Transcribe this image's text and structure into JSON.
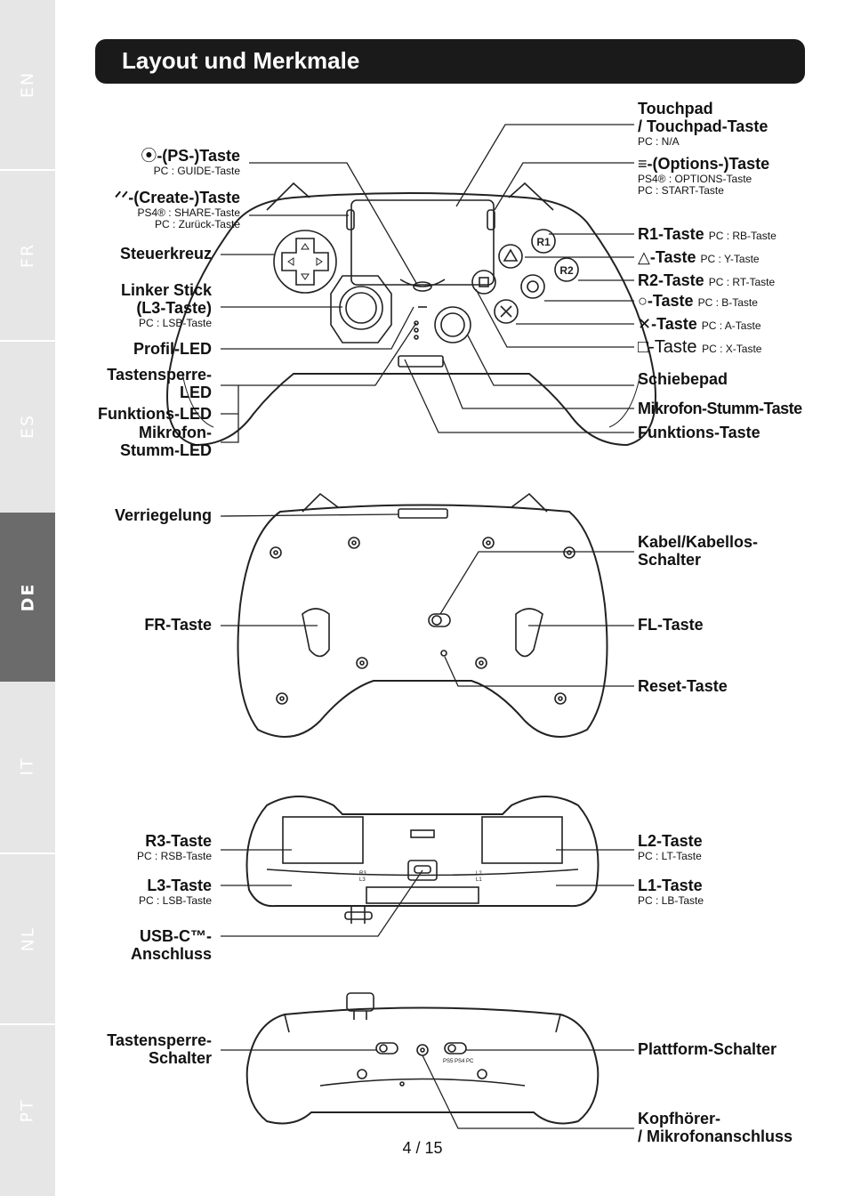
{
  "languages": {
    "en": "EN",
    "fr": "FR",
    "es": "ES",
    "de": "DE",
    "it": "IT",
    "nl": "NL",
    "pt": "PT"
  },
  "title": "Layout und Merkmale",
  "top": {
    "ps_button": {
      "name": "-(PS-)Taste",
      "pc": "PC : GUIDE-Taste"
    },
    "create_button": {
      "name": "-(Create-)Taste",
      "ps4": "PS4® : SHARE-Taste",
      "pc": "PC : Zurück-Taste"
    },
    "dpad": "Steuerkreuz",
    "left_stick": {
      "line1": "Linker Stick",
      "line2": "(L3-Taste)",
      "pc": "PC : LSB-Taste"
    },
    "profile_led": "Profil-LED",
    "lock_led": {
      "line1": "Tastensperre-",
      "line2": "LED"
    },
    "function_led": "Funktions-LED",
    "mic_mute_led": {
      "line1": "Mikrofon-",
      "line2": "Stumm-LED"
    },
    "touchpad": {
      "line1": "Touchpad",
      "line2": "/ Touchpad-Taste",
      "pc": "PC : N/A"
    },
    "options_button": {
      "name": "-(Options-)Taste",
      "ps4": "PS4® : OPTIONS-Taste",
      "pc": "PC : START-Taste"
    },
    "r1": {
      "name": "R1-Taste",
      "pc": "PC : RB-Taste"
    },
    "triangle": {
      "name": "-Taste",
      "pc": "PC : Y-Taste"
    },
    "r2": {
      "name": "R2-Taste",
      "pc": "PC : RT-Taste"
    },
    "circle": {
      "name": "-Taste",
      "pc": "PC : B-Taste"
    },
    "cross": {
      "name": "-Taste",
      "pc": "PC : A-Taste"
    },
    "square": {
      "name": "-Taste",
      "pc": "PC : X-Taste"
    },
    "slide_pad": "Schiebepad",
    "mic_mute_button": "Mikrofon-Stumm-Taste",
    "function_button": "Funktions-Taste"
  },
  "back": {
    "lock": "Verriegelung",
    "wired_switch": {
      "line1": "Kabel/Kabellos-",
      "line2": "Schalter"
    },
    "fr_button": "FR-Taste",
    "fl_button": "FL-Taste",
    "reset_button": "Reset-Taste"
  },
  "front": {
    "r3": {
      "name": "R3-Taste",
      "pc": "PC : RSB-Taste"
    },
    "l3": {
      "name": "L3-Taste",
      "pc": "PC : LSB-Taste"
    },
    "l2": {
      "name": "L2-Taste",
      "pc": "PC : LT-Taste"
    },
    "l1": {
      "name": "L1-Taste",
      "pc": "PC : LB-Taste"
    },
    "usbc": {
      "line1": "USB-C™-",
      "line2": "Anschluss"
    },
    "marks": {
      "r3l3": "R3 L3",
      "l2l1": "L2 L1"
    }
  },
  "bottom": {
    "lock_switch": {
      "line1": "Tastensperre-",
      "line2": "Schalter"
    },
    "platform_switch": "Plattform-Schalter",
    "headset": {
      "line1": "Kopfhörer-",
      "line2": "/ Mikrofonanschluss"
    },
    "platform_marks": "PS5 PS4 PC"
  },
  "page": "4 / 15"
}
